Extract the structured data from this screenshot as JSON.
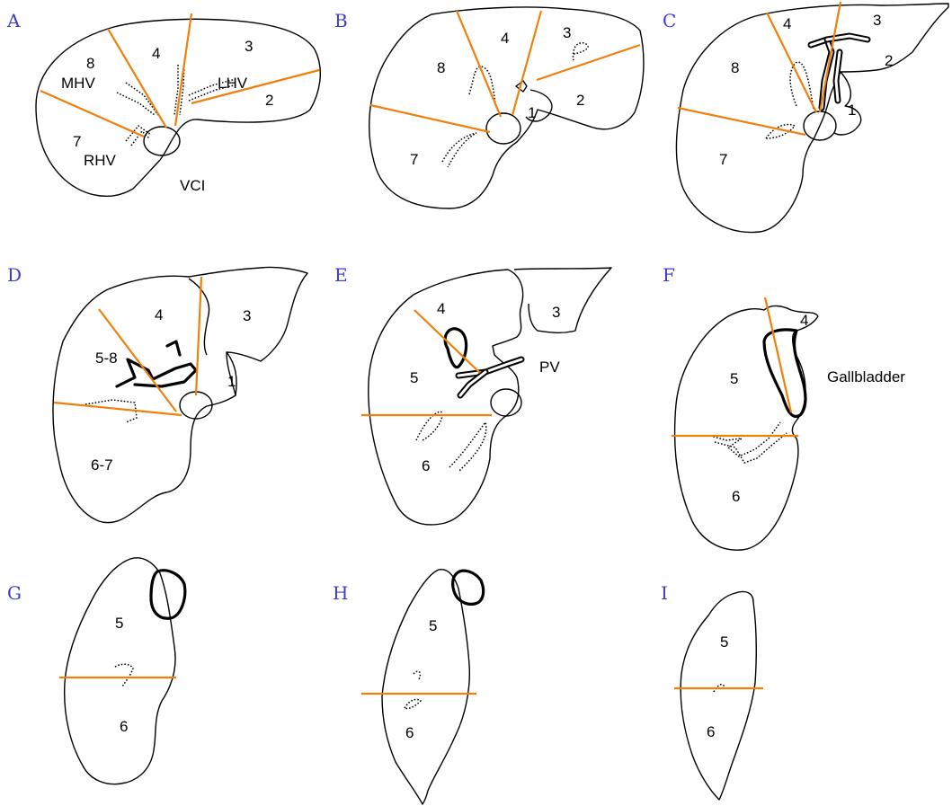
{
  "panels": {
    "A": {
      "letter": "A",
      "labels": {
        "s8": "8",
        "s4": "4",
        "s3": "3",
        "s2": "2",
        "s7": "7",
        "mhv": "MHV",
        "lhv": "LHV",
        "rhv": "RHV",
        "vci": "VCI"
      }
    },
    "B": {
      "letter": "B",
      "labels": {
        "s4": "4",
        "s3": "3",
        "s8": "8",
        "s2": "2",
        "s1": "1",
        "s7": "7"
      }
    },
    "C": {
      "letter": "C",
      "labels": {
        "s4": "4",
        "s3": "3",
        "s2": "2",
        "s8": "8",
        "s1": "1",
        "s7": "7"
      }
    },
    "D": {
      "letter": "D",
      "labels": {
        "s4": "4",
        "s3": "3",
        "s58": "5-8",
        "s1": "1",
        "s67": "6-7"
      }
    },
    "E": {
      "letter": "E",
      "labels": {
        "s4": "4",
        "s3": "3",
        "pv": "PV",
        "s5": "5",
        "s6": "6"
      }
    },
    "F": {
      "letter": "F",
      "labels": {
        "s4": "4",
        "s5": "5",
        "gallbladder": "Gallbladder",
        "s6": "6"
      }
    },
    "G": {
      "letter": "G",
      "labels": {
        "s5": "5",
        "s6": "6"
      }
    },
    "H": {
      "letter": "H",
      "labels": {
        "s5": "5",
        "s6": "6"
      }
    },
    "I": {
      "letter": "I",
      "labels": {
        "s5": "5",
        "s6": "6"
      }
    }
  },
  "colors": {
    "plane": "#f07f0b",
    "panel_letter": "#3c3cc8",
    "outline": "#000000"
  }
}
